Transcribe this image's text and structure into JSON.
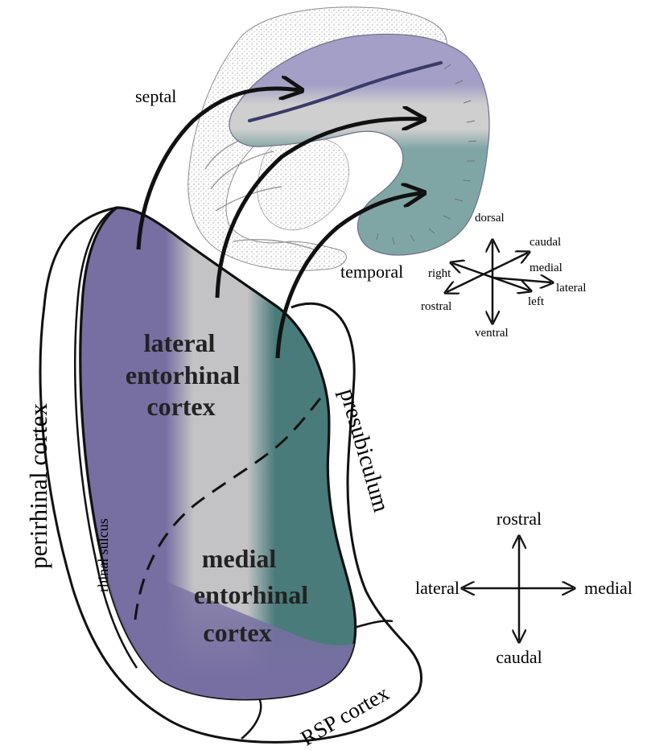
{
  "colors": {
    "lateral": "#776fa2",
    "middle": "#c3c3c5",
    "medial": "#497b7b",
    "outline": "#111111",
    "stipple": "#9c9c9c"
  },
  "labels": {
    "septal": "septal",
    "temporal": "temporal",
    "lec": [
      "lateral",
      "entorhinal",
      "cortex"
    ],
    "mec": [
      "medial",
      "entorhinal",
      "cortex"
    ],
    "perirhinal": "perirhinal cortex",
    "rhinal_sulcus": "rhinal sulcus",
    "presubiculum": "presubiculum",
    "rsp": "RSP cortex"
  },
  "axes_3d": {
    "dorsal": "dorsal",
    "ventral": "ventral",
    "caudal": "caudal",
    "rostral": "rostral",
    "medial": "medial",
    "lateral": "lateral",
    "right": "right",
    "left": "left"
  },
  "axes_2d": {
    "rostral": "rostral",
    "caudal": "caudal",
    "lateral": "lateral",
    "medial": "medial"
  }
}
